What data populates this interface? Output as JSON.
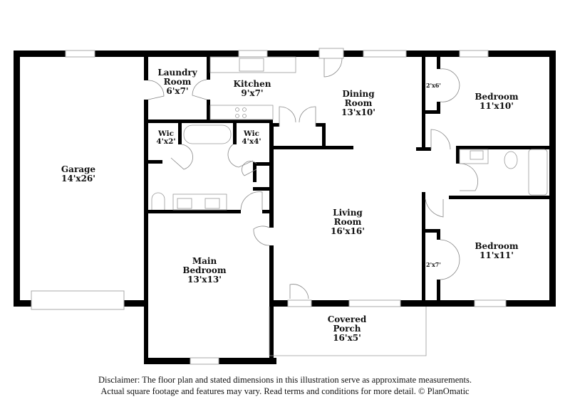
{
  "rooms": {
    "garage": {
      "name": "Garage",
      "dims": "14'x26'"
    },
    "laundry": {
      "name": "Laundry Room",
      "name_l1": "Laundry",
      "name_l2": "Room",
      "dims": "6'x7'"
    },
    "kitchen": {
      "name": "Kitchen",
      "dims": "9'x7'"
    },
    "dining": {
      "name": "Dining Room",
      "name_l1": "Dining",
      "name_l2": "Room",
      "dims": "13'x10'"
    },
    "bedroom2": {
      "name": "Bedroom",
      "dims": "11'x10'"
    },
    "bedroom3": {
      "name": "Bedroom",
      "dims": "11'x11'"
    },
    "wic1": {
      "name": "Wic",
      "dims": "4'x2'"
    },
    "wic2": {
      "name": "Wic",
      "dims": "4'x4'"
    },
    "living": {
      "name": "Living Room",
      "name_l1": "Living",
      "name_l2": "Room",
      "dims": "16'x16'"
    },
    "main_bedroom": {
      "name": "Main Bedroom",
      "name_l1": "Main",
      "name_l2": "Bedroom",
      "dims": "13'x13'"
    },
    "porch": {
      "name": "Covered Porch",
      "name_l1": "Covered",
      "name_l2": "Porch",
      "dims": "16'x5'"
    }
  },
  "closets": {
    "bedroom2_closet": "2'x6'",
    "bedroom3_closet": "2'x7'"
  },
  "colors": {
    "wall": "#000000",
    "fixture_line": "#999999",
    "background": "#ffffff"
  },
  "disclaimer": {
    "line1": "Disclaimer: The floor plan and stated dimensions in this illustration serve as approximate measurements.",
    "line2": "Actual square footage and features may vary. Read terms and conditions for more detail. © PlanOmatic"
  }
}
